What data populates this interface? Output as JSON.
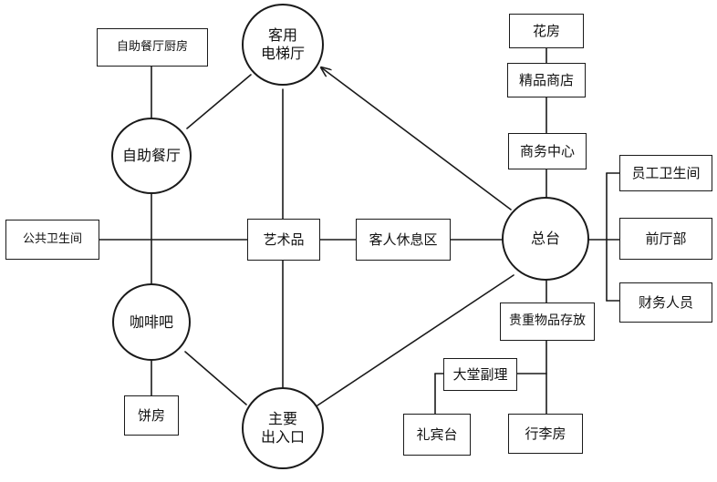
{
  "nodes": {
    "elevator_hall": "客用\n电梯厅",
    "buffet_kitchen": "自助餐厅厨房",
    "buffet": "自助餐厅",
    "public_toilet": "公共卫生间",
    "art": "艺术品",
    "guest_lounge": "客人休息区",
    "front_desk": "总台",
    "cafe": "咖啡吧",
    "bakery": "饼房",
    "main_entrance": "主要\n出入口",
    "flower_shop": "花房",
    "boutique": "精品商店",
    "business_center": "商务中心",
    "staff_toilet": "员工卫生间",
    "front_office": "前厅部",
    "finance_staff": "财务人员",
    "valuables_storage": "贵重物品存放",
    "lobby_manager": "大堂副理",
    "concierge_desk": "礼宾台",
    "luggage_room": "行李房"
  },
  "colors": {
    "ink": "#1a1a1a",
    "background": "#ffffff"
  }
}
